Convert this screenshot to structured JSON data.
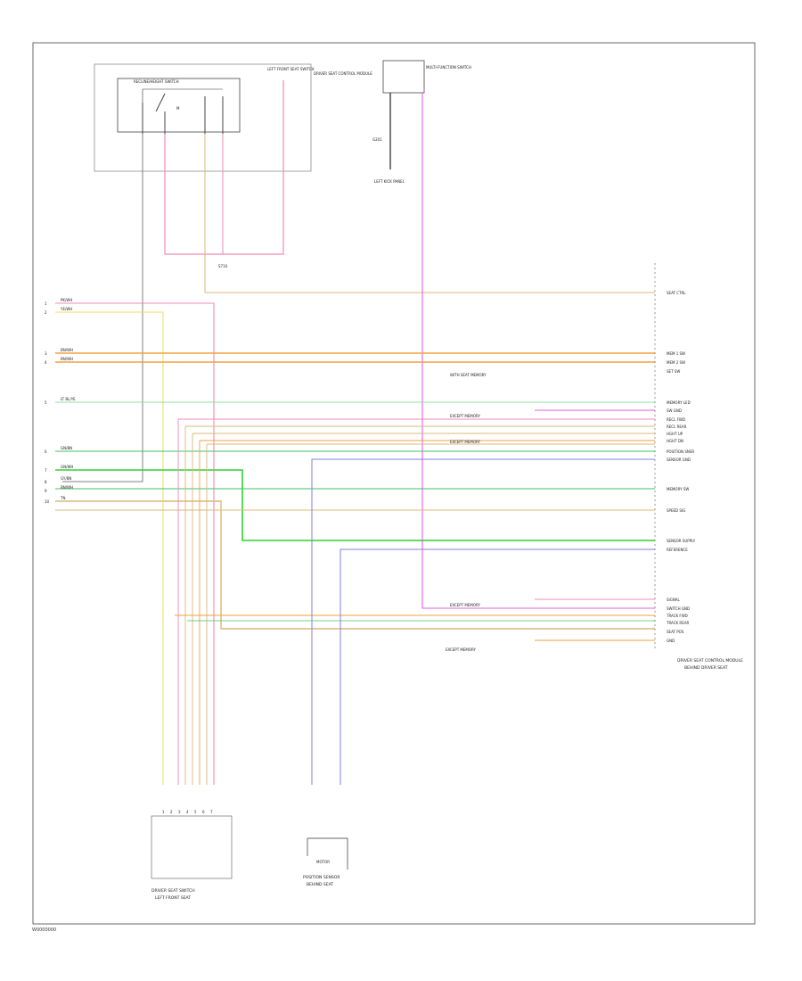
{
  "figure_id": "W0000000",
  "top_module": {
    "title": "LEFT FRONT SEAT SWITCH",
    "inner_label": "RECLINE/HEIGHT SWITCH",
    "side_label": "DRIVER SEAT CONTROL MODULE",
    "switch_label": "M"
  },
  "top_connector": {
    "title": "MULTI-FUNCTION SWITCH",
    "ground_label": "G201",
    "bottom_label": "LEFT KICK PANEL"
  },
  "splice_label": "S710",
  "left_labels": [
    {
      "pin": "1",
      "text": "PK/WH"
    },
    {
      "pin": "2",
      "text": "YE/WH"
    },
    {
      "pin": "3",
      "text": "BN/WH"
    },
    {
      "pin": "4",
      "text": "BN/WH"
    },
    {
      "pin": "5",
      "text": "LT BL/YE"
    },
    {
      "pin": "6",
      "text": "GN/BN"
    },
    {
      "pin": "7",
      "text": "GN/WH"
    },
    {
      "pin": "8",
      "text": "GY/BN"
    },
    {
      "pin": "9",
      "text": "BN/WH"
    },
    {
      "pin": "10",
      "text": "TN"
    }
  ],
  "right_connector": {
    "labels": [
      "SEAT CTRL",
      "MEM 1 SW",
      "MEM 2 SW",
      "SET SW",
      "MEMORY LED",
      "SW GND",
      "RECL FWD",
      "RECL REAR",
      "HGHT UP",
      "HGHT DN",
      "POSITION SNSR",
      "SENSOR GND",
      "MEMORY SW",
      "SPEED SIG",
      "SENSOR SUPPLY",
      "REFERENCE",
      "SIGNAL",
      "SWITCH GND",
      "TRACK FWD",
      "TRACK REAR",
      "SEAT POS",
      "GND"
    ],
    "title": "DRIVER SEAT CONTROL MODULE",
    "subtitle": "BEHIND DRIVER SEAT"
  },
  "notes": [
    "WITH SEAT MEMORY",
    "EXCEPT MEMORY",
    "EXCEPT MEMORY",
    "EXCEPT MEMORY",
    "EXCEPT MEMORY",
    "EXCEPT MEMORY"
  ],
  "bottom_left": {
    "title": "DRIVER SEAT SWITCH",
    "subtitle": "LEFT FRONT SEAT",
    "pins": [
      "1",
      "2",
      "3",
      "4",
      "5",
      "6",
      "7"
    ]
  },
  "bottom_right": {
    "title": "POSITION SENSOR",
    "subtitle": "BEHIND SEAT",
    "inner_label": "MOTOR"
  },
  "colors": {
    "pink": "#f08ab8",
    "magenta": "#e060e0",
    "yellow": "#f0e060",
    "orange": "#f0a040",
    "tan": "#d9b87a",
    "green": "#40c060",
    "brightgreen": "#30d030",
    "lightgreen": "#90e0a0",
    "blue": "#8080e0",
    "gray": "#808080",
    "black": "#202020"
  }
}
